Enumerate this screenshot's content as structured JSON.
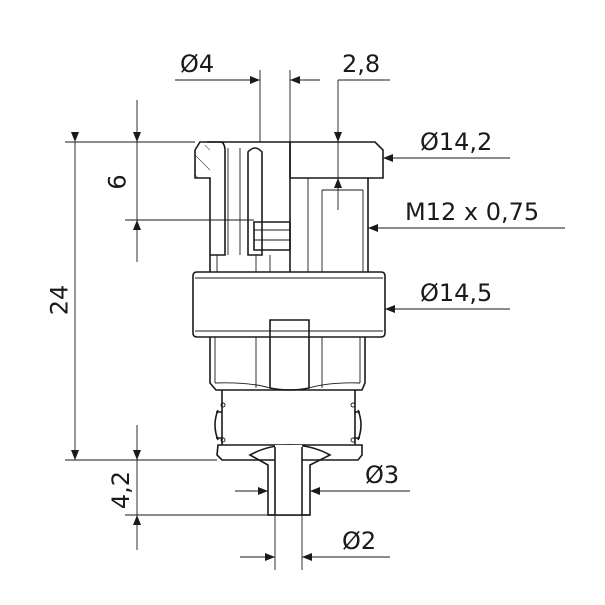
{
  "drawing": {
    "dimensions": {
      "d4": "Ø4",
      "t28": "2,8",
      "d142": "Ø14,2",
      "thread": "M12 x 0,75",
      "d145": "Ø14,5",
      "h6": "6",
      "h24": "24",
      "h42": "4,2",
      "d3": "Ø3",
      "d2": "Ø2"
    },
    "colors": {
      "line": "#1a1a1a",
      "background": "#ffffff"
    }
  }
}
